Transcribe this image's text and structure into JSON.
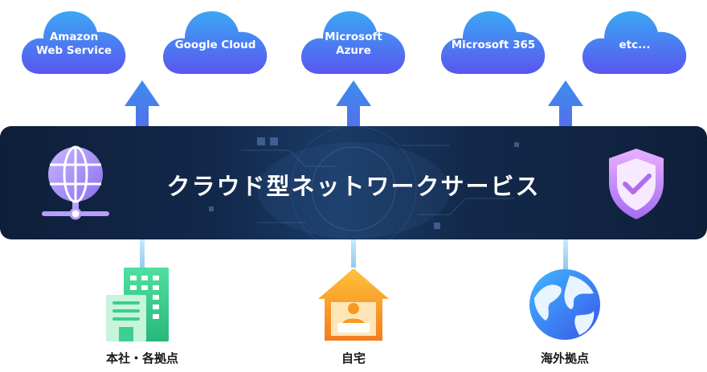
{
  "clouds": [
    {
      "label": "Amazon\nWeb Service"
    },
    {
      "label": "Google Cloud"
    },
    {
      "label": "Microsoft\nAzure"
    },
    {
      "label": "Microsoft 365"
    },
    {
      "label": "etc..."
    }
  ],
  "band": {
    "title": "クラウド型ネットワークサービス"
  },
  "locations": [
    {
      "label": "本社・各拠点",
      "icon": "office-building-icon"
    },
    {
      "label": "自宅",
      "icon": "home-worker-icon"
    },
    {
      "label": "海外拠点",
      "icon": "globe-icon"
    }
  ],
  "colors": {
    "cloud_top": "#3aa3f5",
    "cloud_bottom": "#5a56f0",
    "arrow": "#4a7fe8",
    "band": "#12284a",
    "building": "#3ccf8e",
    "house": "#f79a1e",
    "globe": "#2d7ef0"
  }
}
